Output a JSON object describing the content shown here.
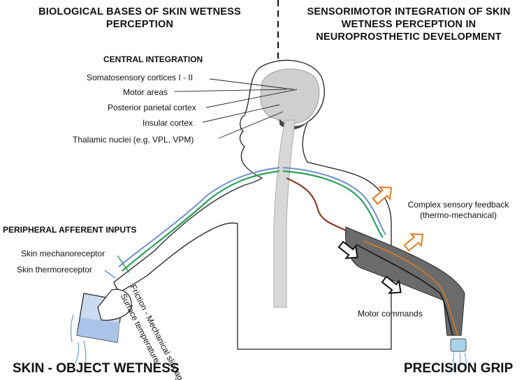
{
  "left_heading": "BIOLOGICAL BASES OF SKIN WETNESS PERCEPTION",
  "right_heading": "SENSORIMOTOR INTEGRATION OF SKIN WETNESS PERCEPTION IN NEUROPROSTHETIC DEVELOPMENT",
  "central": {
    "title": "CENTRAL INTEGRATION",
    "items": [
      "Somatosensory cortices I - II",
      "Motor areas",
      "Posterior parietal cortex",
      "Insular cortex",
      "Thalamic nuclei (e.g. VPL, VPM)"
    ]
  },
  "peripheral": {
    "title": "PERIPHERAL AFFERENT INPUTS",
    "mechanoreceptor": "Skin mechanoreceptor",
    "thermoreceptor": "Skin thermoreceptor",
    "friction": "Friction - Mechanical slippage",
    "temperature": "Surface temperature"
  },
  "feedback": "Complex sensory feedback (thermo-mechanical)",
  "motor": "Motor commands",
  "bottom_left": "SKIN - OBJECT WETNESS",
  "bottom_right": "PRECISION GRIP",
  "colors": {
    "mechano_pathway": "#2aa05a",
    "thermo_pathway": "#6f8fcf",
    "motor_pathway": "#8b3a2e",
    "feedback_arrow": "#e07b1f",
    "prosthesis": "#6b6b6b",
    "water": "#a9c4e8"
  }
}
